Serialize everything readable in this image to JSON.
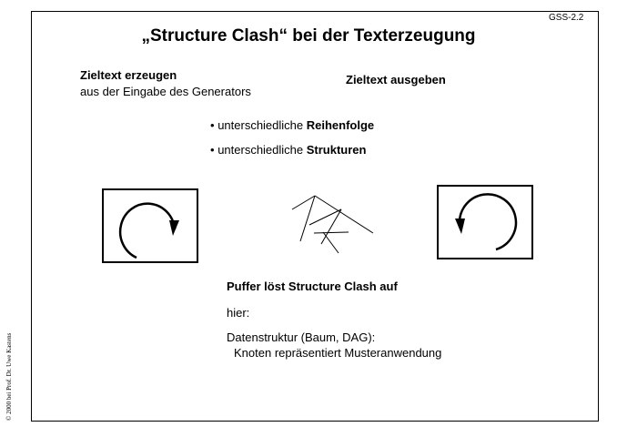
{
  "slide_code": "GSS-2.2",
  "title": "„Structure Clash“ bei der Texterzeugung",
  "left_heading": "Zieltext erzeugen",
  "left_subheading": "aus der Eingabe des Generators",
  "right_heading": "Zieltext ausgeben",
  "bullets": [
    {
      "prefix": "unterschiedliche ",
      "bold": "Reihenfolge"
    },
    {
      "prefix": "unterschiedliche ",
      "bold": "Strukturen"
    }
  ],
  "buffer_heading": "Puffer löst Structure Clash auf",
  "here_label": "hier:",
  "data_structure_line1": "Datenstruktur (Baum, DAG):",
  "data_structure_line2": "Knoten repräsentiert Musteranwendung",
  "copyright": "© 2000 bei Prof. Dr. Uwe Kastens",
  "icons": [
    "clockwise-cycle-icon",
    "tree-structure-icon",
    "counterclockwise-cycle-icon"
  ]
}
